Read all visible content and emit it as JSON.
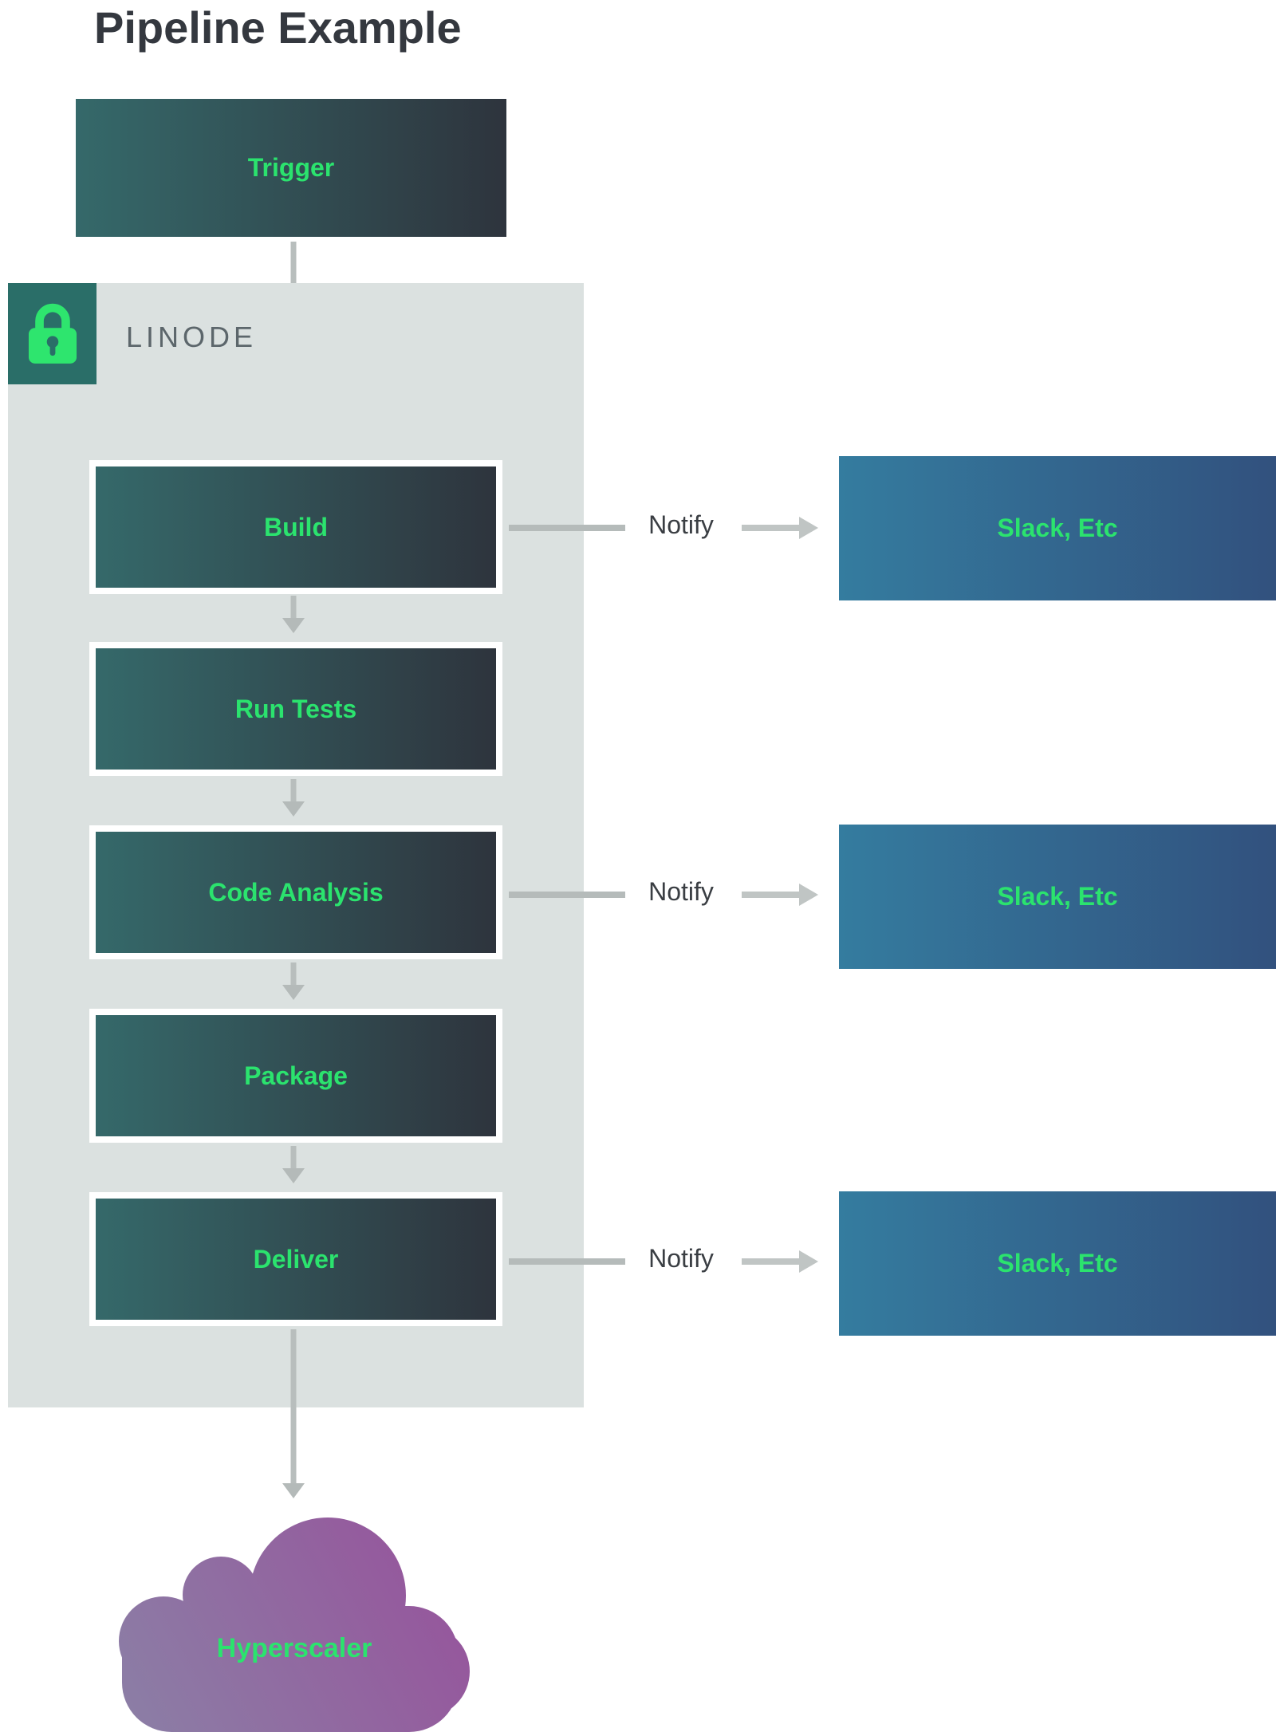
{
  "title": "Pipeline Example",
  "trigger": {
    "label": "Trigger"
  },
  "pipeline": {
    "label": "LINODE",
    "lock_icon": "lock-icon",
    "stages": [
      {
        "label": "Build"
      },
      {
        "label": "Run Tests"
      },
      {
        "label": "Code Analysis"
      },
      {
        "label": "Package"
      },
      {
        "label": "Deliver"
      }
    ]
  },
  "notifications": [
    {
      "label": "Notify",
      "target": "Slack, Etc"
    },
    {
      "label": "Notify",
      "target": "Slack, Etc"
    },
    {
      "label": "Notify",
      "target": "Slack, Etc"
    }
  ],
  "destination": {
    "label": "Hyperscaler"
  },
  "colors": {
    "stage_gradient_start": "#35696a",
    "stage_gradient_end": "#2e343d",
    "notify_gradient_start": "#347c9f",
    "notify_gradient_end": "#32517e",
    "cloud_gradient_start": "#8b80a6",
    "cloud_gradient_end": "#97519b",
    "accent_green": "#2be36e",
    "container_bg": "#dbe1e0",
    "badge_bg": "#2a6e68",
    "arrow_gray": "#b8bebd",
    "title_text": "#34383f",
    "container_label_text": "#5c666b",
    "notify_text": "#3a3e43"
  }
}
